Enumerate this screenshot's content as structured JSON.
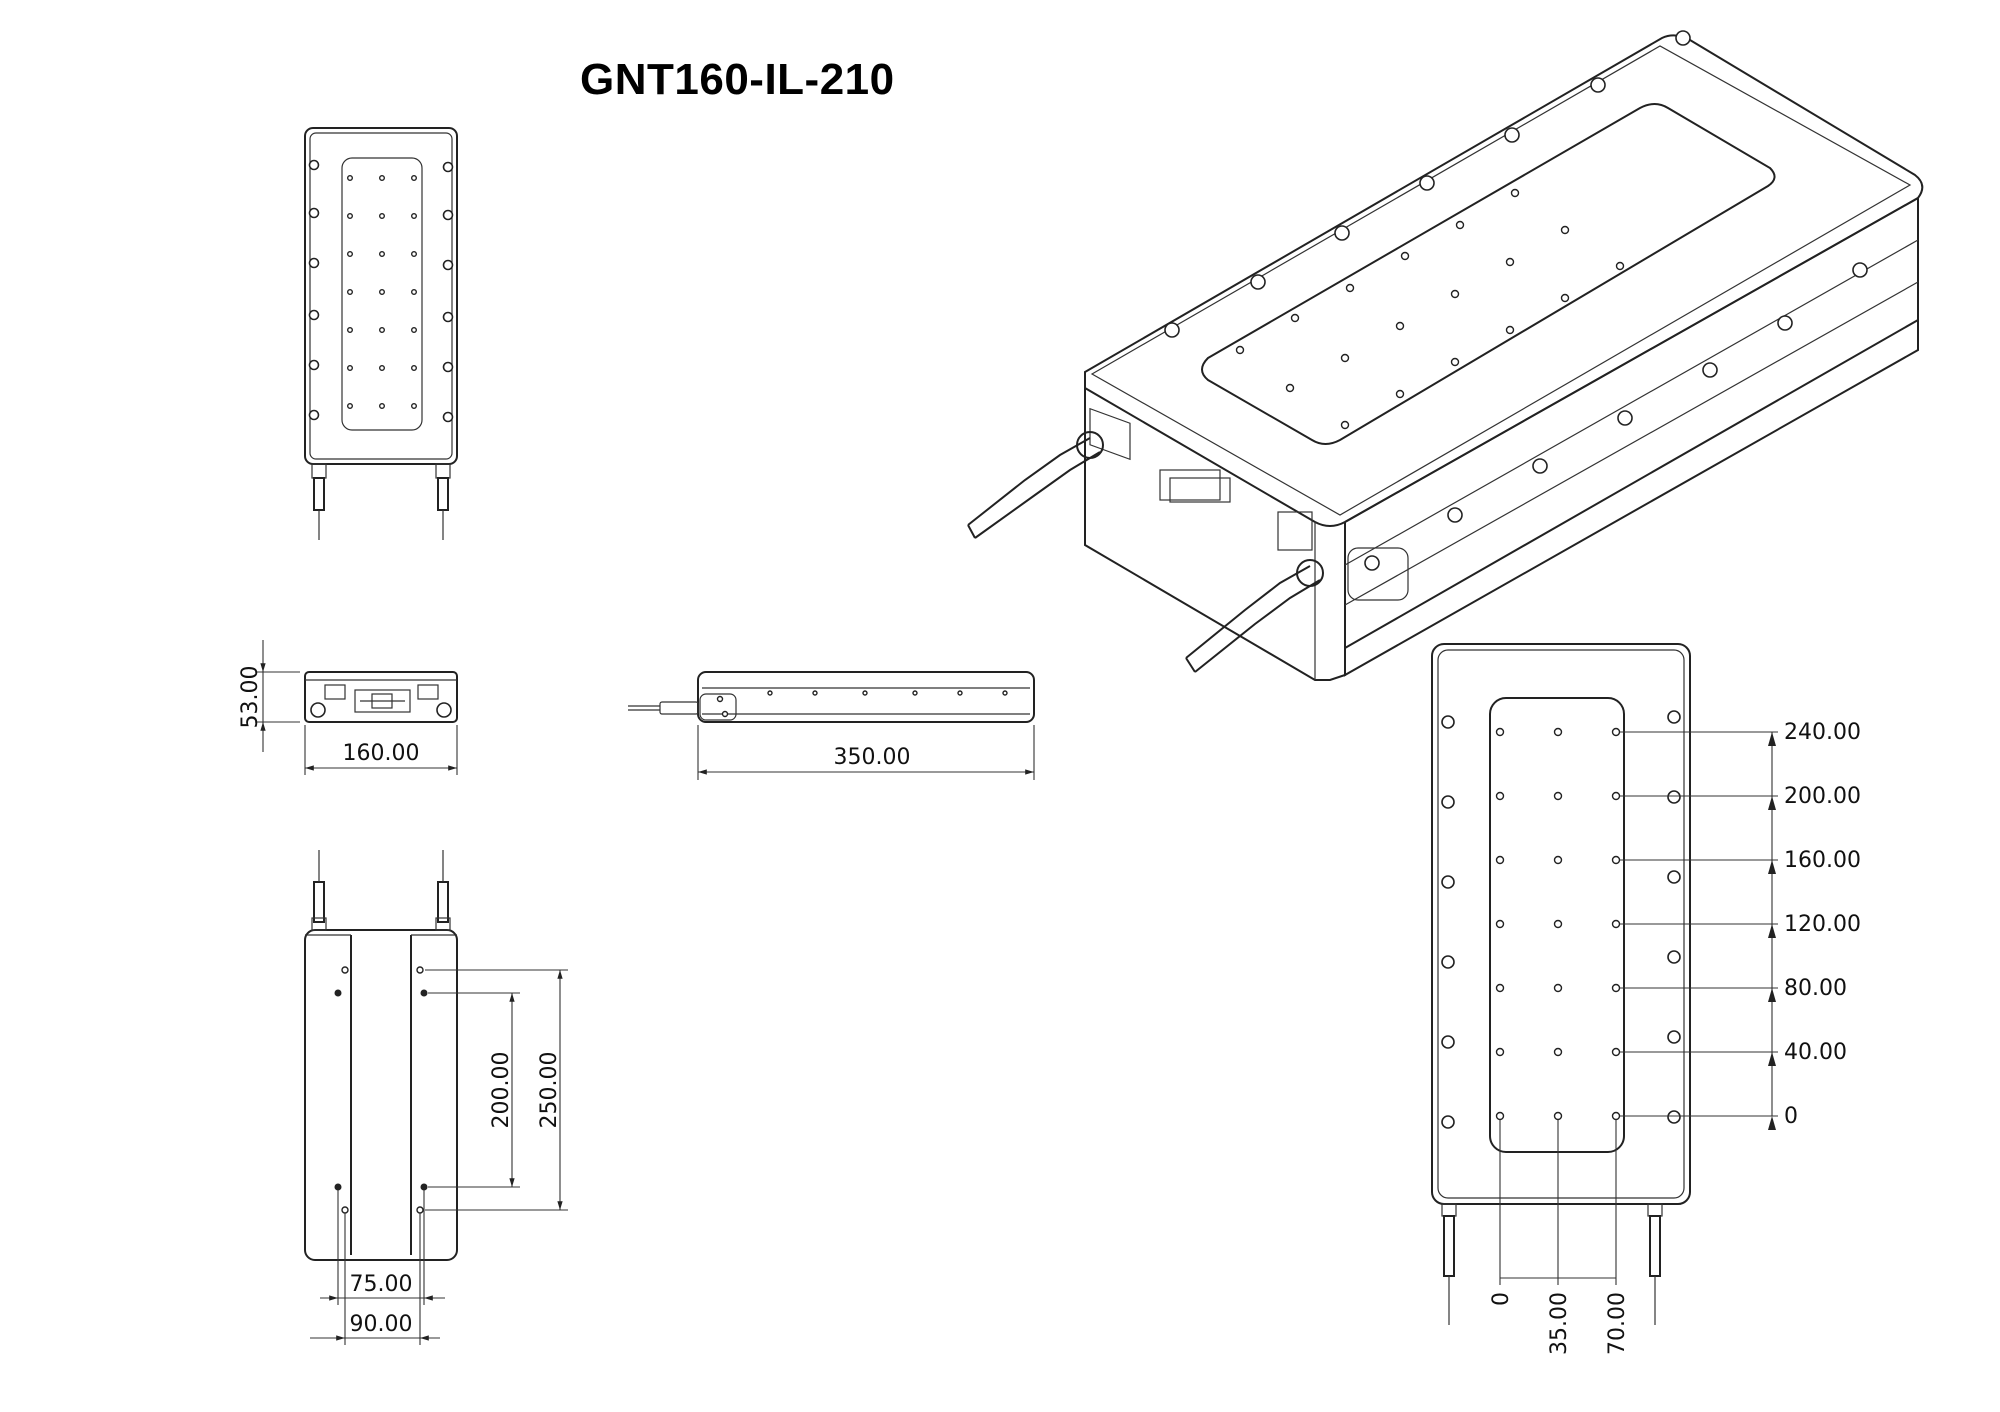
{
  "title": "GNT160-IL-210",
  "dimensions": {
    "height": "53.00",
    "width": "160.00",
    "length": "350.00",
    "bottom_inner": "200.00",
    "bottom_outer": "250.00",
    "bottom_75": "75.00",
    "bottom_90": "90.00",
    "y_labels": [
      "240.00",
      "200.00",
      "160.00",
      "120.00",
      "80.00",
      "40.00",
      "0"
    ],
    "x_labels": [
      "0",
      "35.00",
      "70.00"
    ]
  }
}
